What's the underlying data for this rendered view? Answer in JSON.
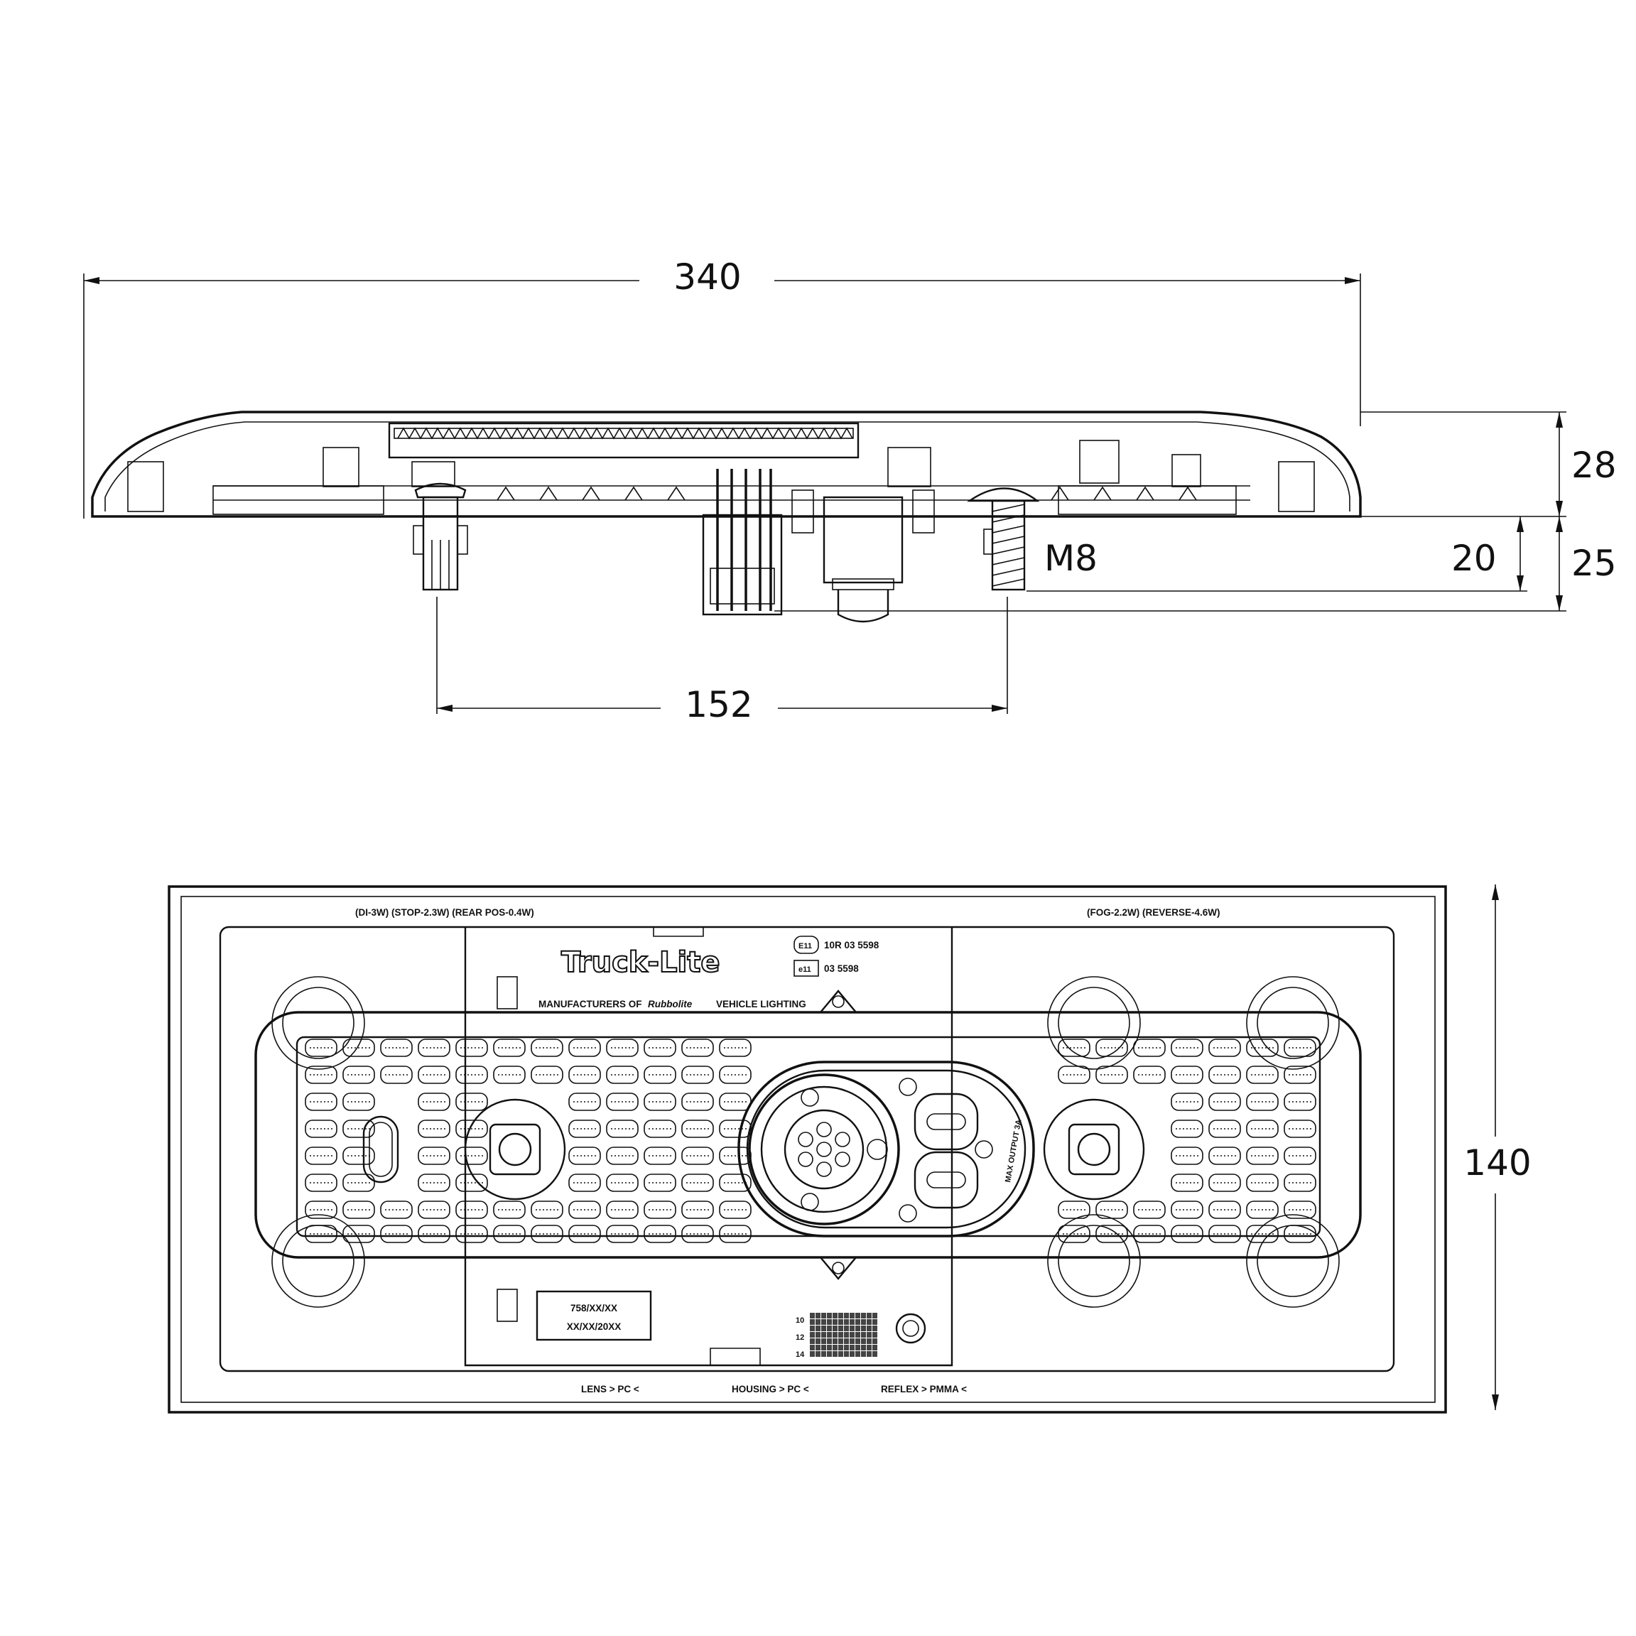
{
  "dimensions": {
    "overall_length": "340",
    "mount_centres": "152",
    "body_height": "28",
    "stud_length": "25",
    "thread_length": "20",
    "stud_thread": "M8",
    "width": "140"
  },
  "rear_view": {
    "top_left_label": "(DI-3W)  (STOP-2.3W)  (REAR  POS-0.4W)",
    "top_right_label": "(FOG-2.2W)  (REVERSE-4.6W)",
    "brand_logo": "Truck-Lite",
    "brand_tagline": "MANUFACTURERS OF",
    "brand_script": "Rubbolite",
    "brand_tagline_end": "VEHICLE LIGHTING",
    "approval_1": "10R  03  5598",
    "approval_2": "03  5598",
    "approval_mark_1": "E11",
    "approval_mark_2": "e11",
    "part_number": "758/XX/XX",
    "date_code": "XX/XX/20XX",
    "date_rows": [
      "10",
      "12",
      "14"
    ],
    "connector_marking": "MAX OUTPUT 3A",
    "material_lens": "LENS  > PC <",
    "material_housing": "HOUSING  > PC <",
    "material_reflex": "REFLEX  > PMMA <"
  },
  "colors": {
    "line": "#111111",
    "background": "#ffffff"
  }
}
